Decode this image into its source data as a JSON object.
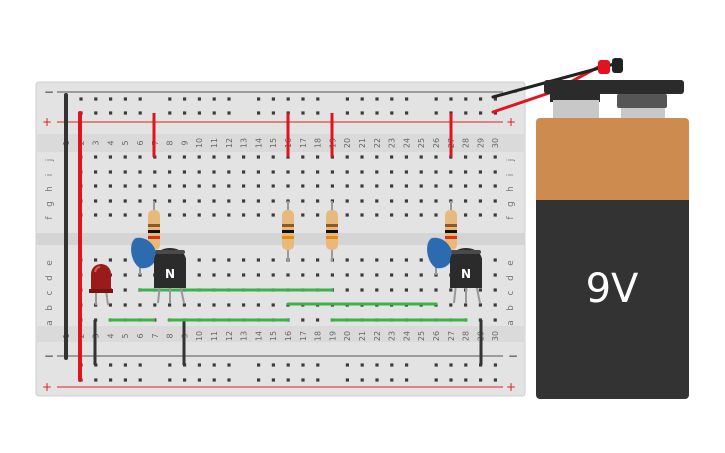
{
  "breadboard": {
    "rail_minus": "−",
    "rail_plus": "+",
    "rows_top": [
      "j",
      "i",
      "h",
      "g",
      "f"
    ],
    "rows_bottom": [
      "e",
      "d",
      "c",
      "b",
      "a"
    ],
    "columns": [
      "1",
      "2",
      "3",
      "4",
      "5",
      "6",
      "7",
      "8",
      "9",
      "10",
      "11",
      "12",
      "13",
      "14",
      "15",
      "16",
      "17",
      "18",
      "19",
      "20",
      "21",
      "22",
      "23",
      "24",
      "25",
      "26",
      "27",
      "28",
      "29",
      "30"
    ]
  },
  "battery": {
    "label": "9V",
    "body_color": "#333333",
    "cap_color": "#CD8B4F"
  },
  "transistors": [
    {
      "label": "N"
    },
    {
      "label": "N"
    }
  ],
  "colors": {
    "board": "#E3E3E3",
    "power_wire": "#E0141E",
    "ground_wire": "#333333",
    "jumper_wire": "#3CB34A",
    "led": "#9B1B1B",
    "capacitor": "#2C6BB0"
  }
}
